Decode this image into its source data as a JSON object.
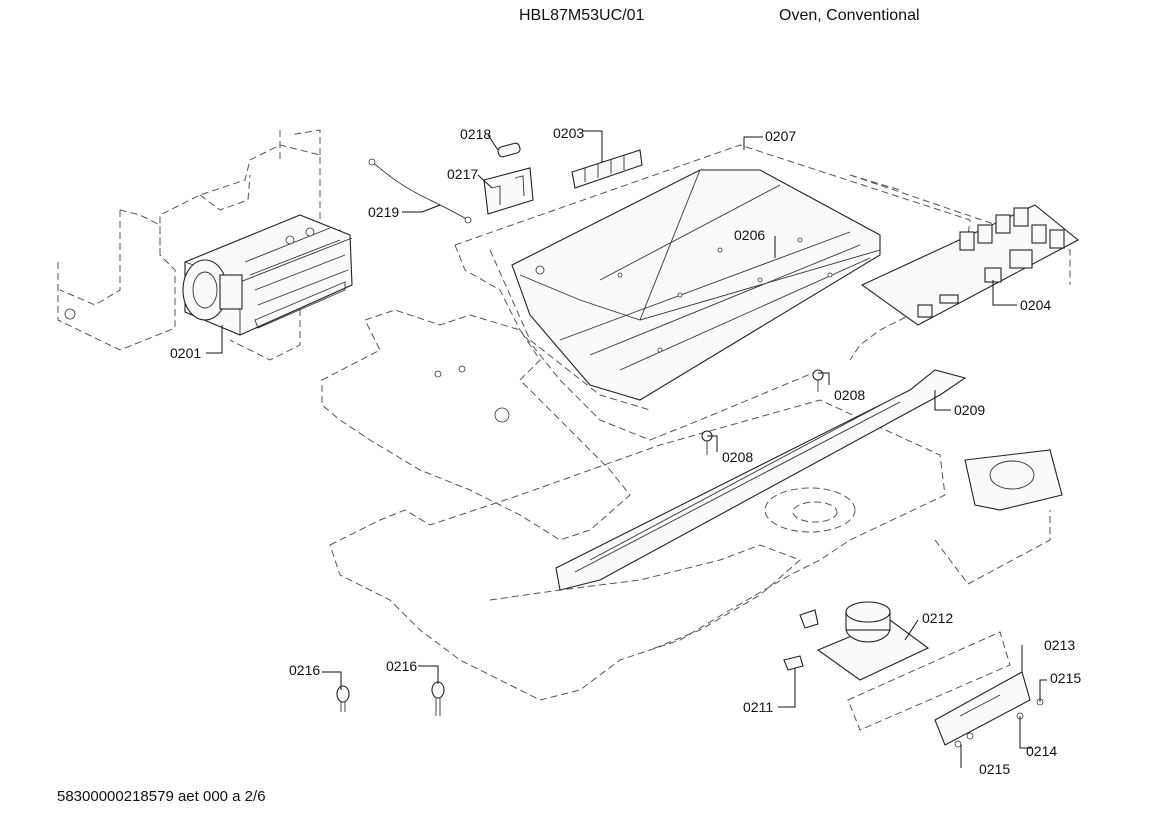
{
  "header": {
    "model": "HBL87M53UC/01",
    "description": "Oven, Conventional"
  },
  "footer": {
    "document_id": "58300000218579 aet 000 a 2/6"
  },
  "parts": [
    {
      "id": "0201"
    },
    {
      "id": "0203"
    },
    {
      "id": "0204"
    },
    {
      "id": "0206"
    },
    {
      "id": "0207"
    },
    {
      "id": "0208"
    },
    {
      "id": "0208"
    },
    {
      "id": "0209"
    },
    {
      "id": "0211"
    },
    {
      "id": "0212"
    },
    {
      "id": "0213"
    },
    {
      "id": "0214"
    },
    {
      "id": "0215"
    },
    {
      "id": "0215"
    },
    {
      "id": "0216"
    },
    {
      "id": "0216"
    },
    {
      "id": "0217"
    },
    {
      "id": "0218"
    },
    {
      "id": "0219"
    }
  ]
}
